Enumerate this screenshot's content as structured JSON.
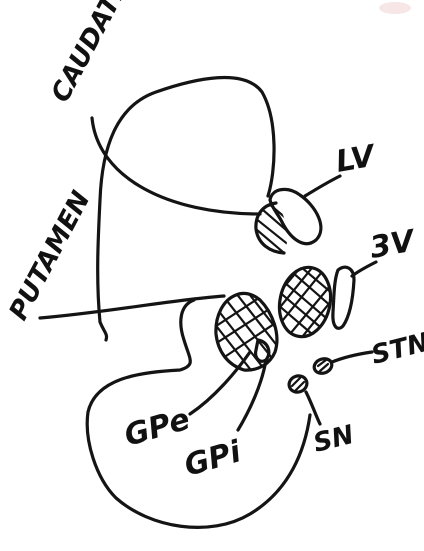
{
  "diagram": {
    "labels": {
      "caudate": "CAUDATE",
      "putamen": "PUTAMEN",
      "lv": "LV",
      "third_ventricle": "3V",
      "stn": "STN",
      "sn": "SN",
      "gpe": "GPe",
      "gpi": "GPi"
    }
  },
  "colors": {
    "ink": "#141414",
    "paper": "#ffffff",
    "smudge": "#f6e6e6"
  }
}
